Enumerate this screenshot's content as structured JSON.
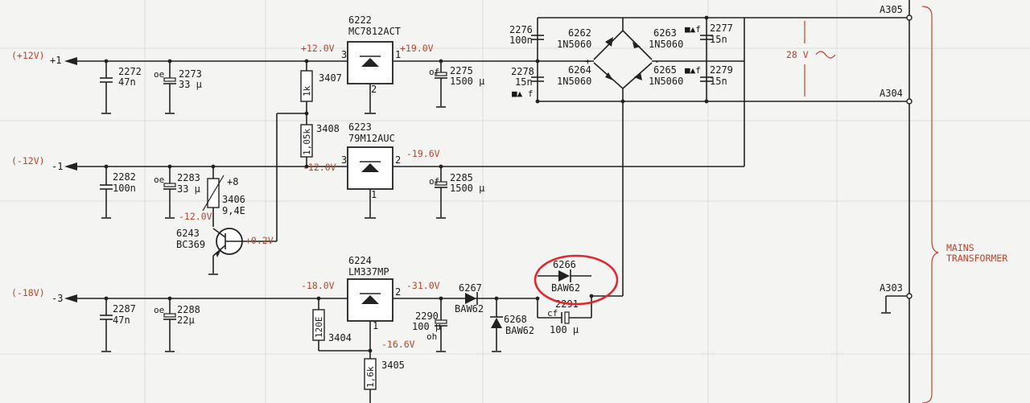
{
  "outputs": {
    "p12_label": "(+12V)",
    "p12_pin": "+1",
    "m12_label": "(-12V)",
    "m12_pin": "-1",
    "m18_label": "(-18V)",
    "m18_pin": "-3"
  },
  "regulators": {
    "u6222_ref": "6222",
    "u6222_part": "MC7812ACT",
    "u6223_ref": "6223",
    "u6223_part": "79M12AUC",
    "u6224_ref": "6224",
    "u6224_part": "LM337MP",
    "pin1": "1",
    "pin2": "2",
    "pin3": "3"
  },
  "voltages": {
    "v_plus12": "+12.0V",
    "v_plus19": "+19.0V",
    "v_minus12": "-12.0V",
    "v_minus19": "-19.6V",
    "v_minus12b": "-12.0V",
    "v_base": "+0.2V",
    "v_minus18": "-18.0V",
    "v_minus31": "-31.0V",
    "v_minus166": "-16.6V"
  },
  "caps": {
    "c2272": "2272",
    "c2272v": "47n",
    "c2273": "2273",
    "c2273v": "33 μ",
    "c2273p": "oе",
    "c2275": "2275",
    "c2275v": "1500 μ",
    "c2275p": "of",
    "c2276": "2276",
    "c2276v": "100n",
    "c2278": "2278",
    "c2278v": "15n",
    "c2278p": "■▲ f",
    "c2277": "2277",
    "c2277v": "15n",
    "c2277p": "■▲f",
    "c2279": "2279",
    "c2279v": "15n",
    "c2279p": "■▲f",
    "c2282": "2282",
    "c2282v": "100n",
    "c2283": "2283",
    "c2283v": "33 μ",
    "c2283p": "oе",
    "c2285": "2285",
    "c2285v": "1500 μ",
    "c2285p": "of",
    "c2287": "2287",
    "c2287v": "47n",
    "c2288": "2288",
    "c2288v": "22μ",
    "c2288p": "oе",
    "c2290": "2290",
    "c2290v": "100 μ",
    "c2290p": "oh",
    "c2291": "2291",
    "c2291v": "100  μ",
    "c2291p": "cf"
  },
  "resistors": {
    "r3407": "3407",
    "r3407v": "1k",
    "r3408": "3408",
    "r3408v": "1,05k",
    "r3406": "3406",
    "r3406v": "9,4E",
    "r3406p": "+8",
    "r3404": "3404",
    "r3404v": "120E",
    "r3405": "3405",
    "r3405v": "1,6k"
  },
  "diodes": {
    "d6262": "6262",
    "d6262v": "1N5060",
    "d6263": "6263",
    "d6263v": "1N5060",
    "d6264": "6264",
    "d6264v": "1N5060",
    "d6265": "6265",
    "d6265v": "1N5060",
    "d6266": "6266",
    "d6266v": "BAW62",
    "d6267": "6267",
    "d6267v": "BAW62",
    "d6268": "6268",
    "d6268v": "BAW62"
  },
  "transistor": {
    "ref": "6243",
    "part": "BC369"
  },
  "transformer": {
    "a305": "A305",
    "a304": "A304",
    "a303": "A303",
    "ac_voltage": "28 V",
    "name_line1": "MAINS",
    "name_line2": "TRANSFORMER"
  },
  "colors": {
    "ink": "#222222",
    "annotation_red": "#b8452a",
    "highlight": "#e3262b",
    "paper": "#f4f4f2"
  }
}
